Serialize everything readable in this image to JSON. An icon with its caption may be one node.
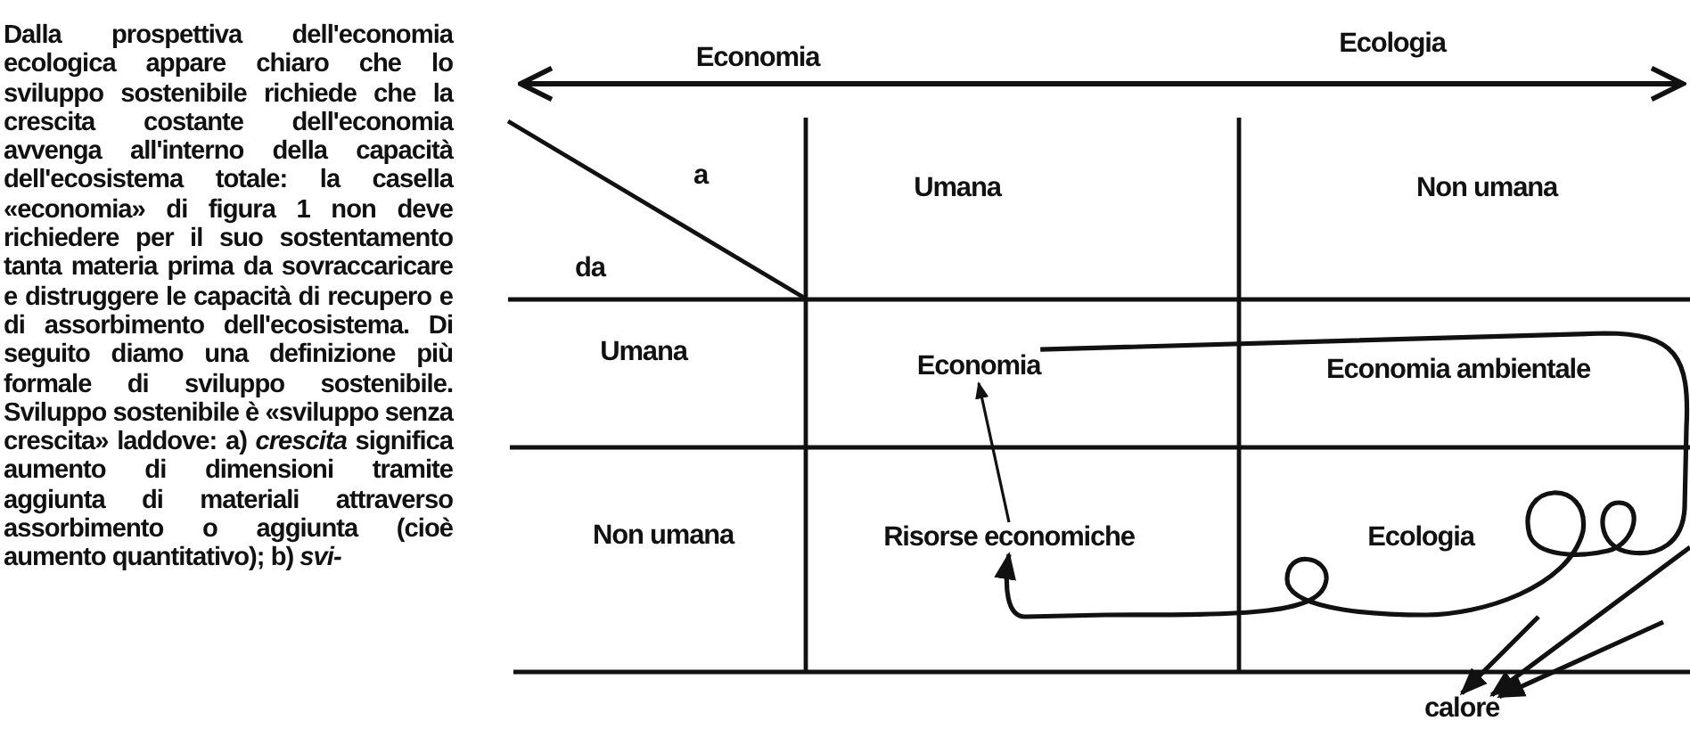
{
  "diagram": {
    "nodes": [
      {
        "text": [
          "Economia"
        ]
      },
      {
        "text": [
          "Economia ambientale"
        ]
      },
      {
        "text": [
          "Risorse economiche"
        ]
      },
      {
        "text": [
          "Ecologia"
        ]
      },
      {
        "text": [
          "calore"
        ]
      }
    ],
    "edges": [
      {
        "from": 2,
        "to": 0,
        "arrow": "to"
      },
      {
        "from": 0,
        "to": 2,
        "arrow": "to"
      },
      {
        "from": null,
        "to": 4,
        "arrow": "to"
      },
      {
        "from": null,
        "to": 4,
        "arrow": "to"
      },
      {
        "from": null,
        "to": 4,
        "arrow": "to"
      }
    ],
    "labels": [
      "Dalla prospettiva dell'economia ecologica appare chiaro che lo sviluppo sostenibile richiede che la crescita costante dell'economia avvenga all'interno della capacità dell'ecosistema totale: la casella «economia» di figura 1 non deve richiedere per il suo sostentamento tanta materia prima da sovraccaricare e distruggere le capacità di recupero e di assorbimento dell'ecosistema. Di seguito diamo una definizione più formale di sviluppo sostenibile. Sviluppo sostenibile è «sviluppo senza crescita» laddove: a) *crescita* significa aumento di dimensioni tramite aggiunta di materiali attraverso assorbimento o aggiunta (cioè aumento quantitativo); b) *svi-*",
      "Economia",
      "Ecologia",
      "a",
      "Umana",
      "Non umana",
      "da",
      "Umana",
      "Non umana"
    ]
  }
}
